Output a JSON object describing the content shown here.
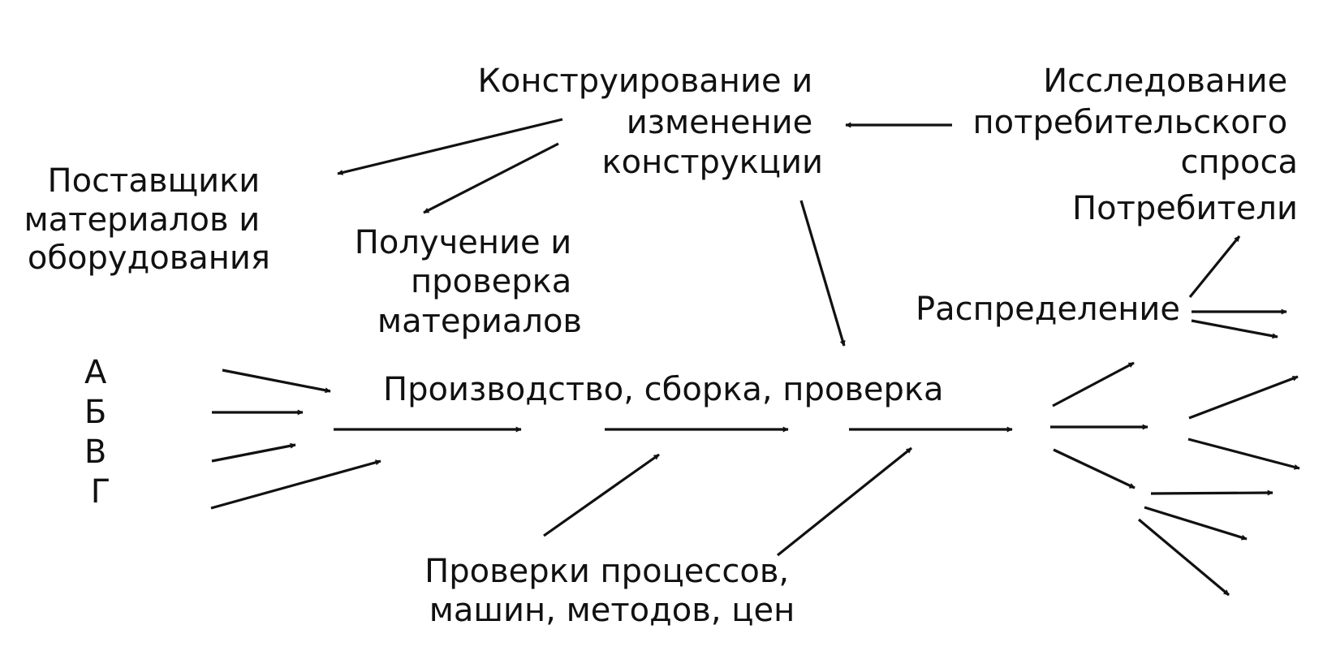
{
  "nodes": {
    "design": [
      "Конструирование и",
      "изменение",
      "конструкции"
    ],
    "consumer_research": [
      "Исследование",
      "потребительского",
      "спроса"
    ],
    "suppliers": [
      "Поставщики",
      "материалов и",
      "оборудования"
    ],
    "receiving": [
      "Получение и",
      "проверка",
      "материалов"
    ],
    "consumers": [
      "Потребители"
    ],
    "distribution": [
      "Распределение"
    ],
    "inputs": [
      "А",
      "Б",
      "В",
      "Г"
    ],
    "production": [
      "Производство, сборка, проверка"
    ],
    "process_checks": [
      "Проверки процессов,",
      "машин, методов, цен"
    ]
  }
}
